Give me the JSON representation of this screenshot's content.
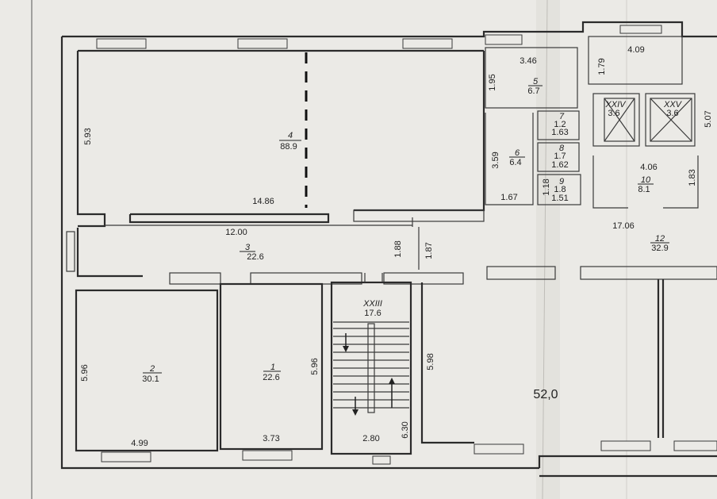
{
  "rooms": {
    "r4": {
      "number": "4",
      "area": "88.9"
    },
    "r5": {
      "number": "5",
      "area": "6.7"
    },
    "r6": {
      "number": "6",
      "area": "6.4"
    },
    "r7": {
      "number": "7",
      "area": "1.63"
    },
    "r8": {
      "number": "8",
      "area": "1.62"
    },
    "r9": {
      "number": "9",
      "area": "1.51"
    },
    "r10": {
      "number": "10",
      "area": "8.1"
    },
    "r12": {
      "number": "12",
      "area": "32.9"
    },
    "r3": {
      "number": "3",
      "area": "22.6"
    },
    "r2": {
      "number": "2",
      "area": "30.1"
    },
    "r1": {
      "number": "1",
      "area": "22.6"
    },
    "rXXIII": {
      "number": "XXIII",
      "area": "17.6"
    },
    "rXXIV": {
      "number": "XXIV",
      "area": "3.6"
    },
    "rXXV": {
      "number": "XXV",
      "area": "3.6"
    },
    "r7sub": "1.2",
    "r8sub": "1.7",
    "r9sub": "1.8",
    "big_area": "52,0"
  },
  "dimensions": {
    "d_593": "5.93",
    "d_1486": "14.86",
    "d_346": "3.46",
    "d_195": "1.95",
    "d_409": "4.09",
    "d_179": "1.79",
    "d_359": "3.59",
    "d_118": "1.18",
    "d_167": "1.67",
    "d_406": "4.06",
    "d_183": "1.83",
    "d_1200": "12.00",
    "d_188": "1.88",
    "d_187": "1.87",
    "d_1706": "17.06",
    "d_596a": "5.96",
    "d_596b": "5.96",
    "d_499": "4.99",
    "d_373": "3.73",
    "d_280": "2.80",
    "d_630": "6.30",
    "d_598": "5.98",
    "d_507": "5.07"
  }
}
